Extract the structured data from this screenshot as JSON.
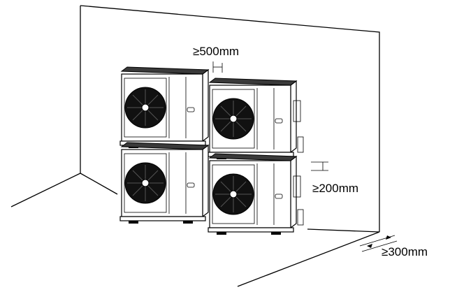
{
  "dimensions": {
    "top_gap": "≥500mm",
    "vertical_gap": "≥200mm",
    "wall_gap": "≥300mm"
  },
  "units": [
    {
      "id": "top-left"
    },
    {
      "id": "top-right"
    },
    {
      "id": "bottom-left"
    },
    {
      "id": "bottom-right"
    }
  ]
}
